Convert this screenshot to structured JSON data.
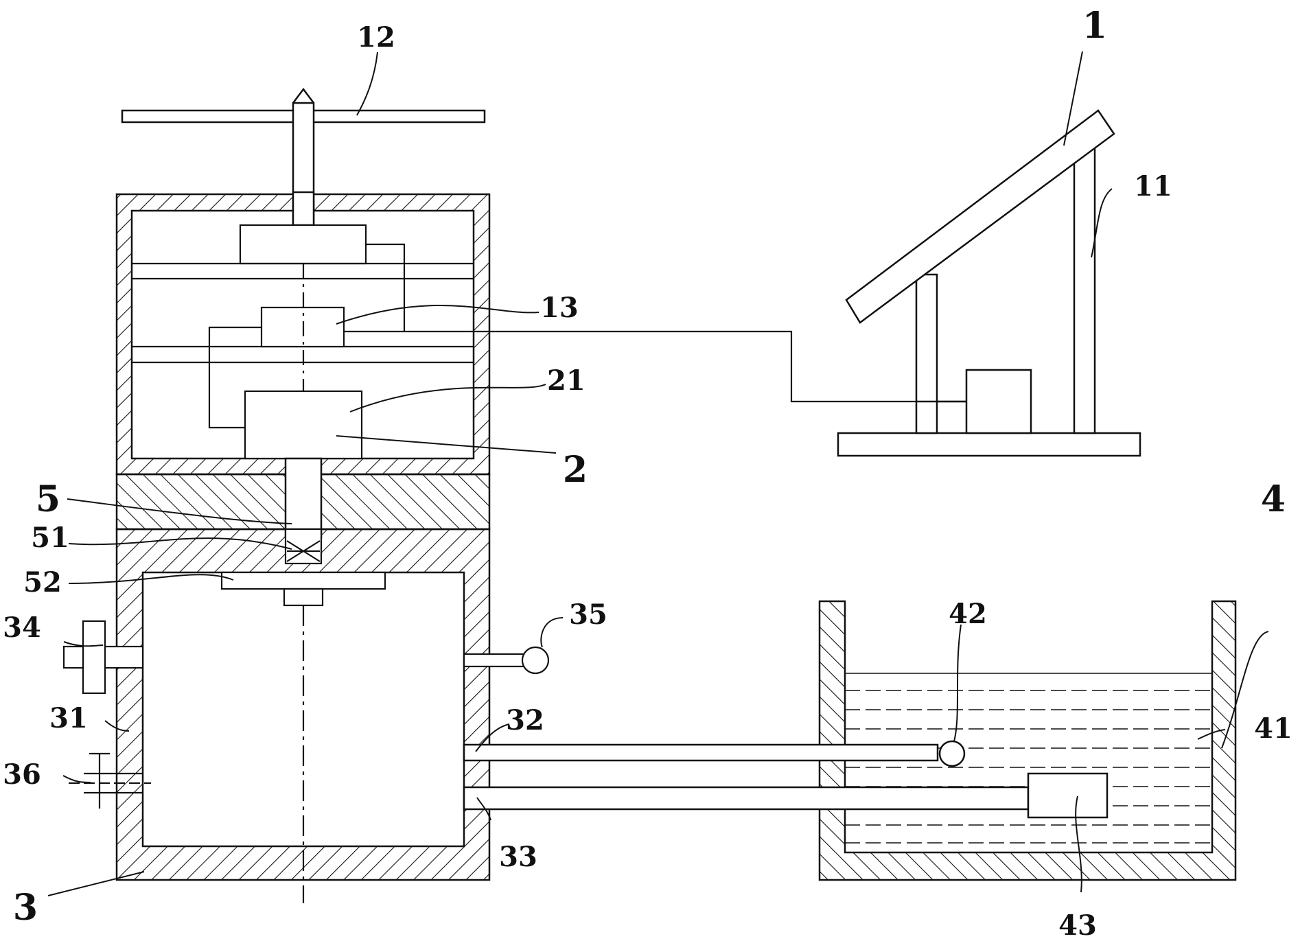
{
  "labels": {
    "l1": "1",
    "l2": "2",
    "l3": "3",
    "l4": "4",
    "l5": "5",
    "l11": "11",
    "l12": "12",
    "l13": "13",
    "l21": "21",
    "l31": "31",
    "l32": "32",
    "l33": "33",
    "l34": "34",
    "l35": "35",
    "l36": "36",
    "l41": "41",
    "l42": "42",
    "l43": "43",
    "l51": "51",
    "l52": "52"
  },
  "colors": {
    "line": "#111111",
    "background": "#ffffff"
  }
}
